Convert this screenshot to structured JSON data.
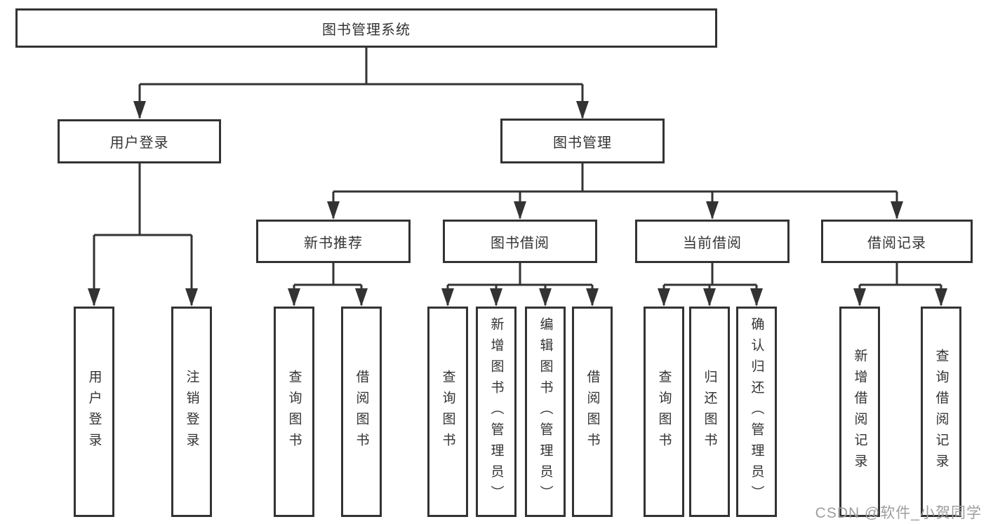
{
  "tree": {
    "label": "图书管理系统",
    "children": [
      {
        "label": "用户登录",
        "children": [
          {
            "label": "用户登录"
          },
          {
            "label": "注销登录"
          }
        ]
      },
      {
        "label": "图书管理",
        "children": [
          {
            "label": "新书推荐",
            "children": [
              {
                "label": "查询图书"
              },
              {
                "label": "借阅图书"
              }
            ]
          },
          {
            "label": "图书借阅",
            "children": [
              {
                "label": "查询图书"
              },
              {
                "label": "新增图书（管理员）"
              },
              {
                "label": "编辑图书（管理员）"
              },
              {
                "label": "借阅图书"
              }
            ]
          },
          {
            "label": "当前借阅",
            "children": [
              {
                "label": "查询图书"
              },
              {
                "label": "归还图书"
              },
              {
                "label": "确认归还（管理员）"
              }
            ]
          },
          {
            "label": "借阅记录",
            "children": [
              {
                "label": "新增借阅记录"
              },
              {
                "label": "查询借阅记录"
              }
            ]
          }
        ]
      }
    ]
  },
  "watermark": {
    "text": "CSDN @软件_小贺同学"
  },
  "colors": {
    "line": "#333333",
    "text": "#333333",
    "box_background": "#ffffff",
    "watermark": "#9e9e9e",
    "page_background": "#ffffff"
  }
}
